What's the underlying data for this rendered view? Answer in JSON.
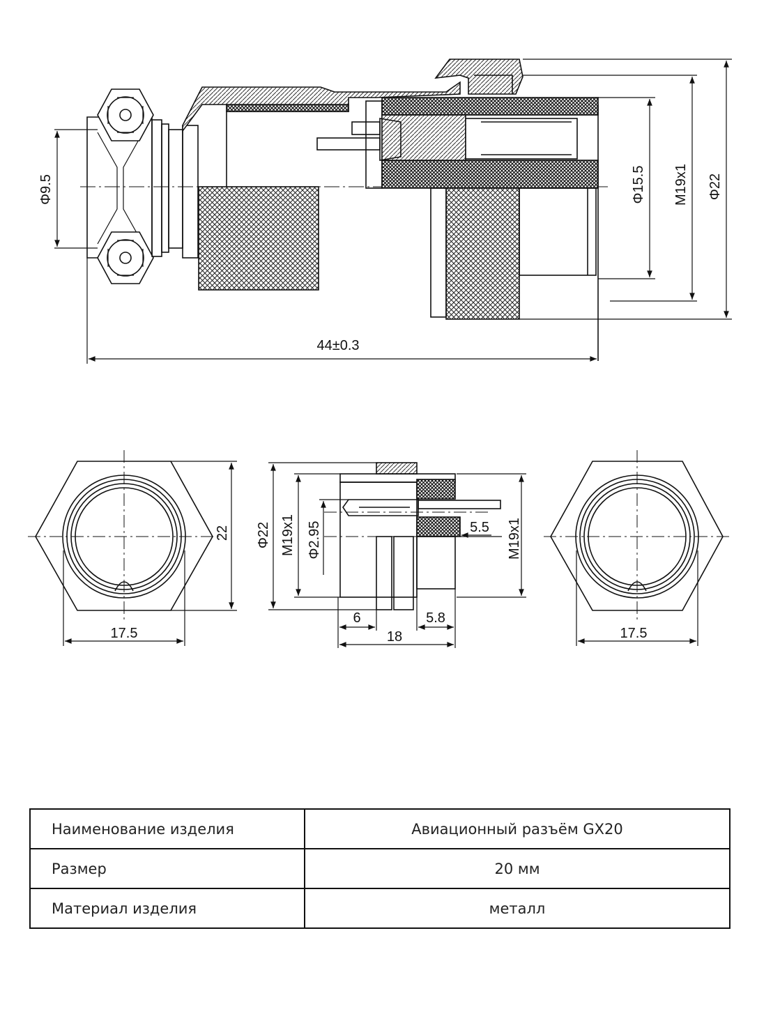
{
  "drawing": {
    "top_view": {
      "dimensions": {
        "d_cable": "Φ9.5",
        "d_inner": "Φ15.5",
        "thread": "M19x1",
        "d_outer": "Φ22",
        "length": "44±0.3"
      }
    },
    "bottom_left": {
      "height": "22",
      "width": "17.5"
    },
    "bottom_middle": {
      "d_outer": "Φ22",
      "thread_left": "M19x1",
      "d_pin": "Φ2.95",
      "pin_len": "5.5",
      "thread_right": "M19x1",
      "len_a": "6",
      "len_b": "5.8",
      "len_total": "18"
    },
    "bottom_right": {
      "width": "17.5"
    }
  },
  "table": {
    "rows": [
      {
        "label": "Наименование изделия",
        "value": "Авиационный разъём GX20"
      },
      {
        "label": "Размер",
        "value": "20 мм"
      },
      {
        "label": "Материал изделия",
        "value": "металл"
      }
    ]
  }
}
